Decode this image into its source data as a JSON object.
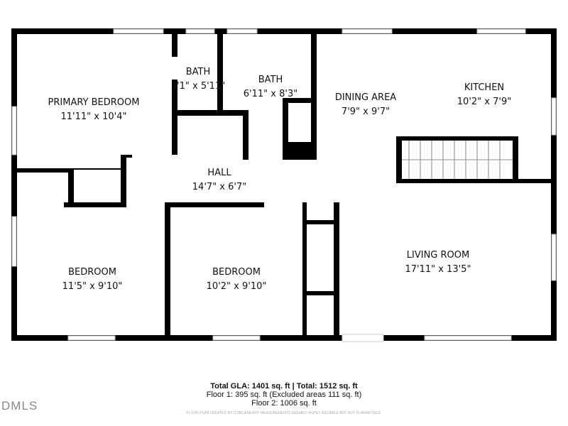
{
  "rooms": [
    {
      "name": "PRIMARY BEDROOM",
      "dims": "11'11\" x 10'4\""
    },
    {
      "name": "BATH",
      "dims": "3'1\" x 5'11\""
    },
    {
      "name": "BATH",
      "dims": "6'11\" x 8'3\""
    },
    {
      "name": "DINING AREA",
      "dims": "7'9\" x 9'7\""
    },
    {
      "name": "KITCHEN",
      "dims": "10'2\" x 7'9\""
    },
    {
      "name": "HALL",
      "dims": "14'7\" x 6'7\""
    },
    {
      "name": "BEDROOM",
      "dims": "11'5\" x 9'10\""
    },
    {
      "name": "BEDROOM",
      "dims": "10'2\" x 9'10\""
    },
    {
      "name": "LIVING ROOM",
      "dims": "17'11\" x 13'5\""
    }
  ],
  "summary": {
    "total": "Total GLA: 1401 sq. ft | Total: 1512 sq. ft",
    "floor1": "Floor 1: 395 sq. ft (Excluded areas 111 sq. ft)",
    "floor2": "Floor 2: 1006 sq. ft",
    "disclaimer": "FLOOR PLAN CREATED BY CUBICASA APP. MEASUREMENTS DEEMED HIGHLY RELIABLE BUT NOT GUARANTEED."
  },
  "watermark": "DMLS",
  "colors": {
    "wall": "#000000",
    "window": "#cccccc"
  }
}
